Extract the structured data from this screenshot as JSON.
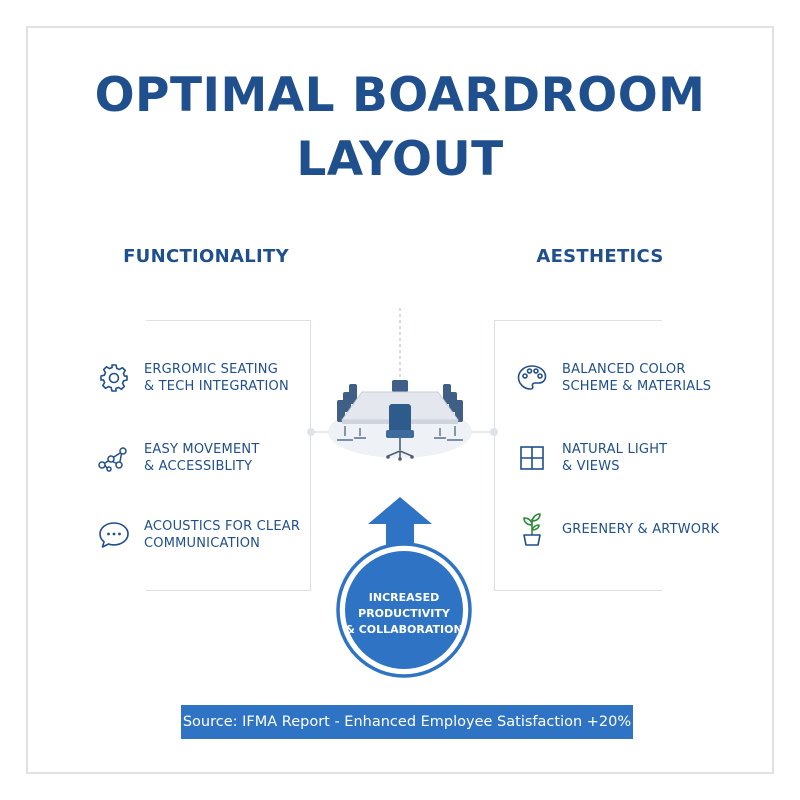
{
  "title": {
    "line1": "OPTIMAL BOARDROOM",
    "line2": "LAYOUT"
  },
  "functionality": {
    "heading": "FUNCTIONALITY",
    "items": [
      {
        "line1": "ERGROMIC SEATING",
        "line2": "& TECH INTEGRATION",
        "icon": "gear-icon"
      },
      {
        "line1": "EASY MOVEMENT",
        "line2": "& ACCESSIBLITY",
        "icon": "network-nodes-icon"
      },
      {
        "line1": "ACOUSTICS FOR CLEAR",
        "line2": "COMMUNICATION",
        "icon": "speech-bubble-icon"
      }
    ]
  },
  "aesthetics": {
    "heading": "AESTHETICS",
    "items": [
      {
        "line1": "BALANCED COLOR",
        "line2": "SCHEME & MATERIALS",
        "icon": "palette-icon"
      },
      {
        "line1": "NATURAL LIGHT",
        "line2": "& VIEWS",
        "icon": "window-icon"
      },
      {
        "line1": "GREENERY & ARTWORK",
        "line2": "",
        "icon": "potted-plant-icon"
      }
    ]
  },
  "outcome": {
    "line1": "INCREASED",
    "line2": "PRODUCTIVITY",
    "line3": "& COLLABORATION"
  },
  "source": "Source: IFMA Report - Enhanced Employee Satisfaction +20%",
  "colors": {
    "primary": "#1f4f8c",
    "accent": "#2f74c4",
    "chair": "#3f5f86",
    "table": "#e4e8ee",
    "divider": "#dcdfe3"
  }
}
